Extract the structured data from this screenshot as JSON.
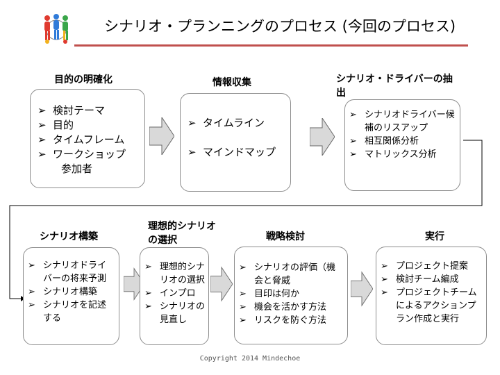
{
  "title": "シナリオ・プランニングのプロセス (今回のプロセス)",
  "copyright": "Copyright 2014 Mindechoe",
  "colors": {
    "title_rule": "#c0504d",
    "arrow_fill": "#d9d9d9",
    "box_border": "#8c8c8c"
  },
  "logo_icon": "people-circle-logo",
  "row1": [
    {
      "label": "目的の明確化",
      "items": [
        "検討テーマ",
        "目的",
        "タイムフレーム",
        "ワークショップ"
      ],
      "continuation": "参加者"
    },
    {
      "label": "情報収集",
      "items": [
        "タイムライン",
        "マインドマップ"
      ]
    },
    {
      "label": "シナリオ・ドライバーの抽出",
      "items": [
        "シナリオドライバー候補のリスアップ",
        "相互関係分析",
        "マトリックス分析"
      ]
    }
  ],
  "row2": [
    {
      "label": "シナリオ構築",
      "items": [
        "シナリオドライバーの将来予測",
        "シナリオ構築",
        "シナリオを記述する"
      ]
    },
    {
      "label": "理想的シナリオの選択",
      "items": [
        "理想的シナリオの選択",
        "インプロ",
        "シナリオの見直し"
      ]
    },
    {
      "label": "戦略検討",
      "items": [
        "シナリオの評価（機会と脅威",
        "目印は何か",
        "機会を活かす方法",
        "リスクを防ぐ方法"
      ]
    },
    {
      "label": "実行",
      "items": [
        "プロジェクト提案",
        "検討チーム編成",
        "プロジェクトチームによるアクションプラン作成と実行"
      ]
    }
  ]
}
